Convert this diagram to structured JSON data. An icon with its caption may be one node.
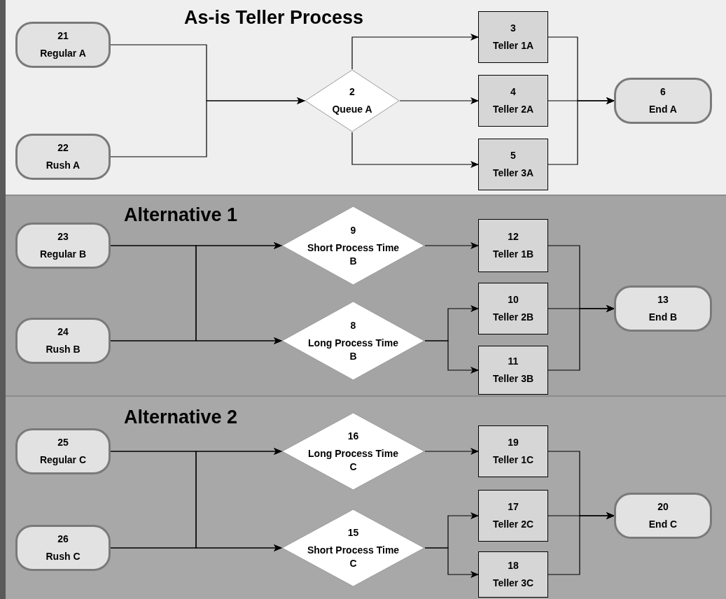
{
  "diagram": {
    "nodes": [
      {
        "text": [
          "As-is Teller Process"
        ]
      },
      {
        "text": [
          "21",
          "Regular A"
        ],
        "in": 0
      },
      {
        "text": [
          "22",
          "Rush A"
        ],
        "in": 0
      },
      {
        "text": [
          "2",
          "Queue A"
        ],
        "in": 0
      },
      {
        "text": [
          "3",
          "Teller 1A"
        ],
        "in": 0
      },
      {
        "text": [
          "4",
          "Teller 2A"
        ],
        "in": 0
      },
      {
        "text": [
          "5",
          "Teller 3A"
        ],
        "in": 0
      },
      {
        "text": [
          "6",
          "End A"
        ],
        "in": 0
      },
      {
        "text": [
          "Alternative 1"
        ]
      },
      {
        "text": [
          "23",
          "Regular B"
        ],
        "in": 8
      },
      {
        "text": [
          "24",
          "Rush B"
        ],
        "in": 8
      },
      {
        "text": [
          "9",
          "Short Process Time B"
        ],
        "in": 8
      },
      {
        "text": [
          "8",
          "Long Process Time B"
        ],
        "in": 8
      },
      {
        "text": [
          "12",
          "Teller 1B"
        ],
        "in": 8
      },
      {
        "text": [
          "10",
          "Teller 2B"
        ],
        "in": 8
      },
      {
        "text": [
          "11",
          "Teller 3B"
        ],
        "in": 8
      },
      {
        "text": [
          "13",
          "End B"
        ],
        "in": 8
      },
      {
        "text": [
          "Alternative 2"
        ]
      },
      {
        "text": [
          "25",
          "Regular C"
        ],
        "in": 17
      },
      {
        "text": [
          "26",
          "Rush C"
        ],
        "in": 17
      },
      {
        "text": [
          "16",
          "Long Process Time C"
        ],
        "in": 17
      },
      {
        "text": [
          "15",
          "Short Process Time C"
        ],
        "in": 17
      },
      {
        "text": [
          "19",
          "Teller 1C"
        ],
        "in": 17
      },
      {
        "text": [
          "17",
          "Teller 2C"
        ],
        "in": 17
      },
      {
        "text": [
          "18",
          "Teller 3C"
        ],
        "in": 17
      },
      {
        "text": [
          "20",
          "End C"
        ],
        "in": 17
      }
    ],
    "edges": [
      {
        "from": 1,
        "to": 3,
        "arrow": "to"
      },
      {
        "from": 2,
        "to": 3,
        "arrow": "to"
      },
      {
        "from": 3,
        "to": 4,
        "arrow": "to"
      },
      {
        "from": 3,
        "to": 5,
        "arrow": "to"
      },
      {
        "from": 3,
        "to": 6,
        "arrow": "to"
      },
      {
        "from": 4,
        "to": 7,
        "arrow": "to"
      },
      {
        "from": 5,
        "to": 7,
        "arrow": "to"
      },
      {
        "from": 6,
        "to": 7,
        "arrow": "to"
      },
      {
        "from": 9,
        "to": 11,
        "arrow": "to"
      },
      {
        "from": 9,
        "to": 12,
        "arrow": "to"
      },
      {
        "from": 10,
        "to": 11,
        "arrow": "to"
      },
      {
        "from": 10,
        "to": 12,
        "arrow": "to"
      },
      {
        "from": 11,
        "to": 13,
        "arrow": "to"
      },
      {
        "from": 12,
        "to": 14,
        "arrow": "to"
      },
      {
        "from": 12,
        "to": 15,
        "arrow": "to"
      },
      {
        "from": 13,
        "to": 16,
        "arrow": "to"
      },
      {
        "from": 14,
        "to": 16,
        "arrow": "to"
      },
      {
        "from": 15,
        "to": 16,
        "arrow": "to"
      },
      {
        "from": 18,
        "to": 20,
        "arrow": "to"
      },
      {
        "from": 18,
        "to": 21,
        "arrow": "to"
      },
      {
        "from": 19,
        "to": 20,
        "arrow": "to"
      },
      {
        "from": 19,
        "to": 21,
        "arrow": "to"
      },
      {
        "from": 20,
        "to": 22,
        "arrow": "to"
      },
      {
        "from": 21,
        "to": 23,
        "arrow": "to"
      },
      {
        "from": 21,
        "to": 24,
        "arrow": "to"
      },
      {
        "from": 22,
        "to": 25,
        "arrow": "to"
      },
      {
        "from": 23,
        "to": 25,
        "arrow": "to"
      },
      {
        "from": 24,
        "to": 25,
        "arrow": "to"
      }
    ]
  }
}
